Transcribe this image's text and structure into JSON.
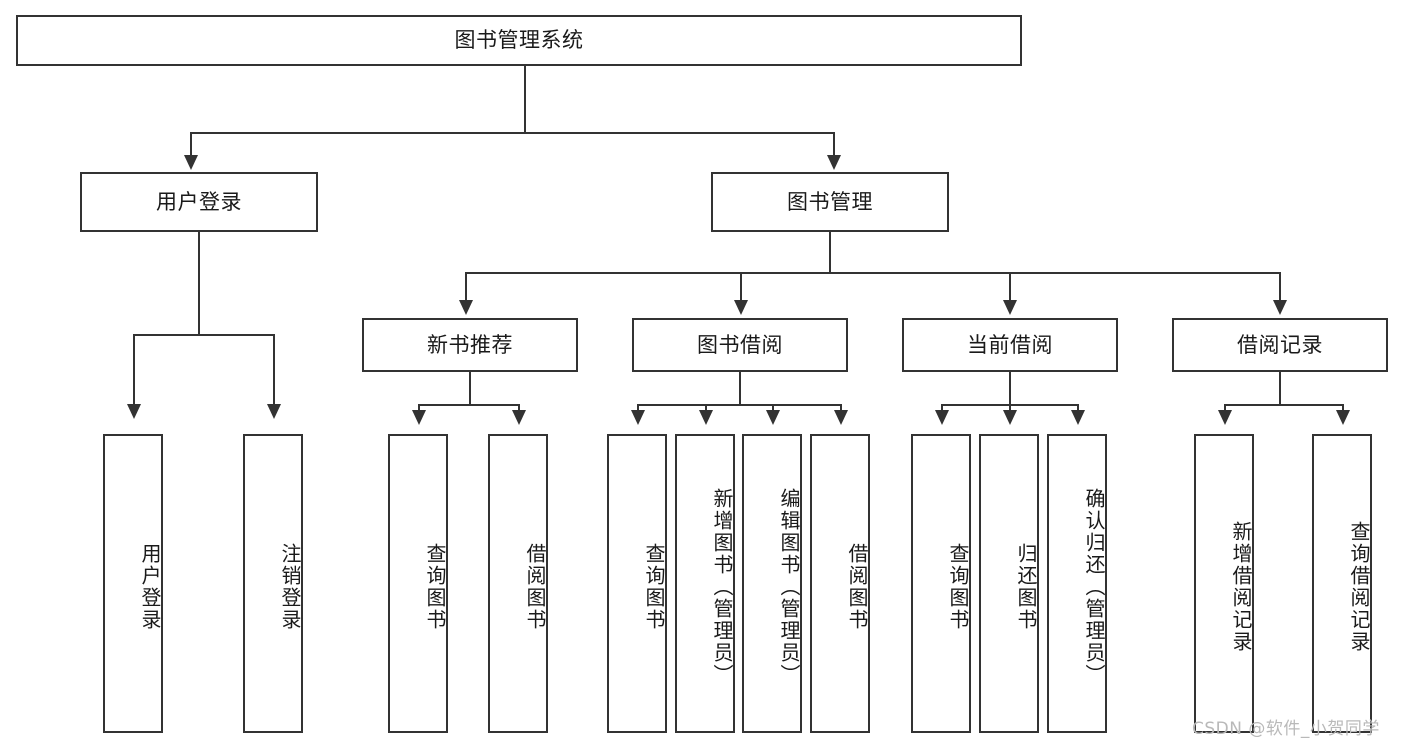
{
  "diagram": {
    "type": "tree",
    "title": "图书管理系统",
    "root": {
      "label": "图书管理系统",
      "orientation": "horizontal"
    },
    "level2": [
      {
        "label": "用户登录",
        "orientation": "horizontal"
      },
      {
        "label": "图书管理",
        "orientation": "horizontal"
      }
    ],
    "level3": [
      {
        "label": "新书推荐",
        "orientation": "horizontal"
      },
      {
        "label": "图书借阅",
        "orientation": "horizontal"
      },
      {
        "label": "当前借阅",
        "orientation": "horizontal"
      },
      {
        "label": "借阅记录",
        "orientation": "horizontal"
      }
    ],
    "leaves": {
      "user_login": [
        {
          "label": "用户登录",
          "orientation": "vertical"
        },
        {
          "label": "注销登录",
          "orientation": "vertical"
        }
      ],
      "new_book_recommend": [
        {
          "label": "查询图书",
          "orientation": "vertical"
        },
        {
          "label": "借阅图书",
          "orientation": "vertical"
        }
      ],
      "book_borrow": [
        {
          "label": "查询图书",
          "orientation": "vertical"
        },
        {
          "label": "新增图书（管理员）",
          "orientation": "vertical"
        },
        {
          "label": "编辑图书（管理员）",
          "orientation": "vertical"
        },
        {
          "label": "借阅图书",
          "orientation": "vertical"
        }
      ],
      "current_borrow": [
        {
          "label": "查询图书",
          "orientation": "vertical"
        },
        {
          "label": "归还图书",
          "orientation": "vertical"
        },
        {
          "label": "确认归还（管理员）",
          "orientation": "vertical"
        }
      ],
      "borrow_record": [
        {
          "label": "新增借阅记录",
          "orientation": "vertical"
        },
        {
          "label": "查询借阅记录",
          "orientation": "vertical"
        }
      ]
    }
  },
  "watermark": {
    "text": "CSDN @软件_小贺同学"
  },
  "colors": {
    "stroke": "#333333",
    "text": "#1a1a1a",
    "background": "#ffffff",
    "watermark": "#b9b9b9"
  }
}
